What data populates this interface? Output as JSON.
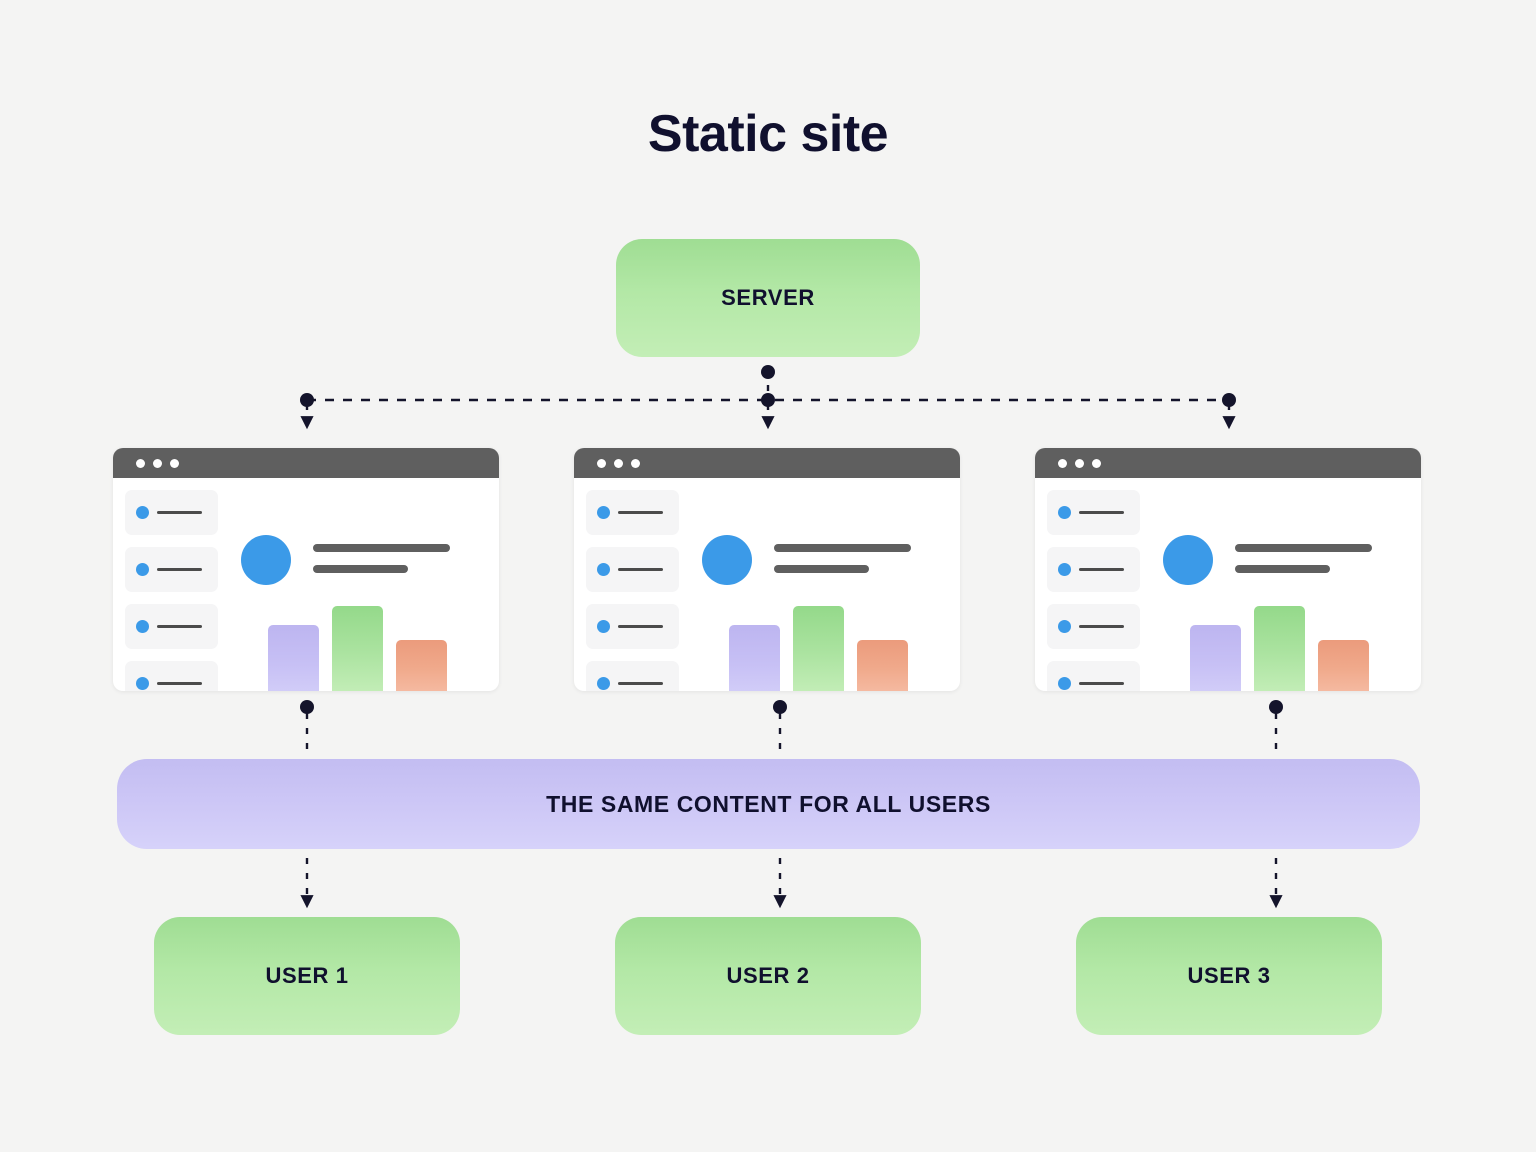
{
  "page": {
    "title": "Static site",
    "background_color": "#f4f4f3",
    "text_color": "#10102e"
  },
  "server": {
    "label": "SERVER",
    "color": "#b3e8a6"
  },
  "content_bar": {
    "label": "THE SAME CONTENT FOR ALL USERS",
    "color": "#cdc7f6"
  },
  "users": [
    {
      "label": "USER 1"
    },
    {
      "label": "USER 2"
    },
    {
      "label": "USER 3"
    }
  ],
  "browsers": [
    {
      "name": "browser-window-1",
      "titlebar_dots": 3,
      "sidebar_items": 4,
      "chart_bars": [
        {
          "name": "bar-purple",
          "color": "#c7c0f5"
        },
        {
          "name": "bar-green",
          "color": "#abe3a0"
        },
        {
          "name": "bar-orange",
          "color": "#f0a98b"
        }
      ]
    },
    {
      "name": "browser-window-2",
      "titlebar_dots": 3,
      "sidebar_items": 4,
      "chart_bars": [
        {
          "name": "bar-purple",
          "color": "#c7c0f5"
        },
        {
          "name": "bar-green",
          "color": "#abe3a0"
        },
        {
          "name": "bar-orange",
          "color": "#f0a98b"
        }
      ]
    },
    {
      "name": "browser-window-3",
      "titlebar_dots": 3,
      "sidebar_items": 4,
      "chart_bars": [
        {
          "name": "bar-purple",
          "color": "#c7c0f5"
        },
        {
          "name": "bar-green",
          "color": "#abe3a0"
        },
        {
          "name": "bar-orange",
          "color": "#f0a98b"
        }
      ]
    }
  ],
  "connectors": {
    "style": "dashed",
    "color": "#14142b",
    "description": "Server fans out to three browser windows, each flows into the shared content bar, which flows to each user."
  }
}
